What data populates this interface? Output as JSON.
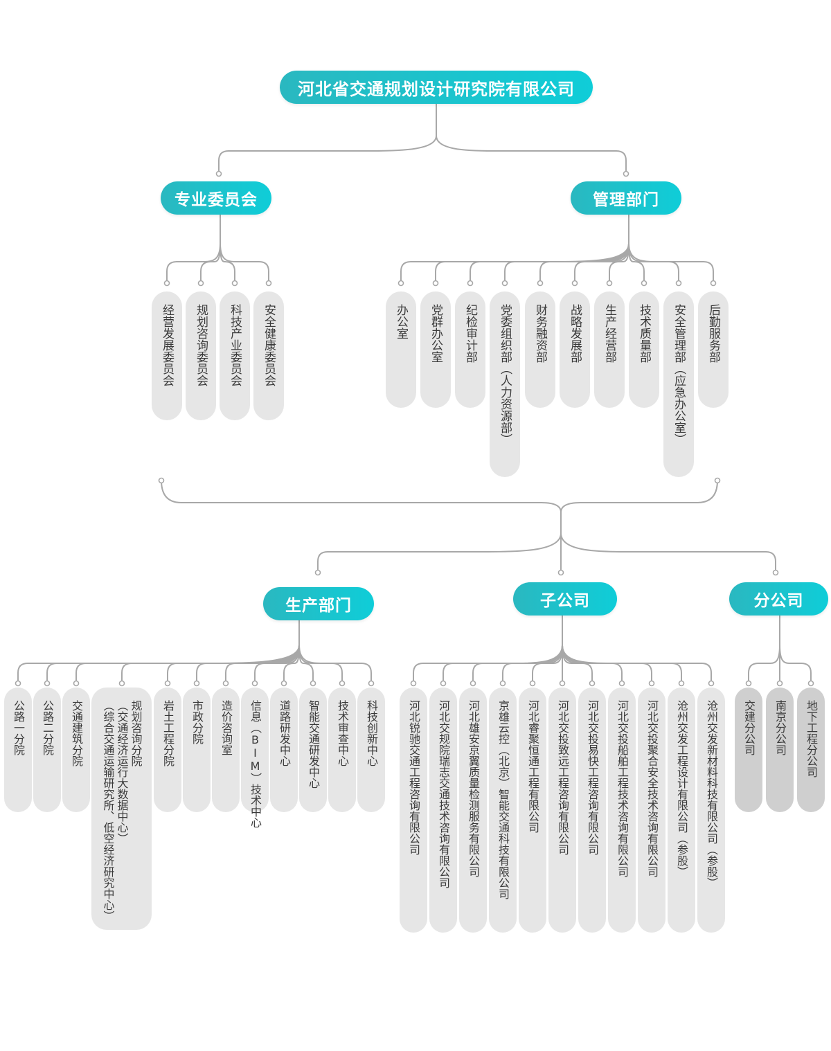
{
  "root": "河北省交通规划设计研究院有限公司",
  "committee": {
    "label": "专业委员会",
    "items": [
      "经营发展委员会",
      "规划咨询委员会",
      "科技产业委员会",
      "安全健康委员会"
    ]
  },
  "management": {
    "label": "管理部门",
    "items": [
      "办公室",
      "党群办公室",
      "纪检审计部",
      "党委组织部（人力资源部）",
      "财务融资部",
      "战略发展部",
      "生产经营部",
      "技术质量部",
      "安全管理部（应急办公室）",
      "后勤服务部"
    ]
  },
  "production": {
    "label": "生产部门",
    "items": [
      "公路一分院",
      "公路二分院",
      "交通建筑分院",
      "规划咨询分院\n（交通经济运行大数据中心）\n（综合交通运输研究所、低空经济研究中心）",
      "岩土工程分院",
      "市政分院",
      "造价咨询室",
      "信息（BIM）技术中心",
      "道路研发中心",
      "智能交通研发中心",
      "技术审查中心",
      "科技创新中心"
    ]
  },
  "subsidiaries": {
    "label": "子公司",
    "items": [
      "河北锐驰交通工程咨询有限公司",
      "河北交规院瑞志交通技术咨询有限公司",
      "河北雄安京翼质量检测服务有限公司",
      "京雄云控（北京）智能交通科技有限公司",
      "河北睿聚恒通工程有限公司",
      "河北交投致远工程咨询有限公司",
      "河北交投易快工程咨询有限公司",
      "河北交投船舶工程技术咨询有限公司",
      "河北交投聚合安全技术咨询有限公司",
      "沧州交发工程设计有限公司（参股）",
      "沧州交发新材料科技有限公司（参股）"
    ]
  },
  "branches": {
    "label": "分公司",
    "items": [
      "交建分公司",
      "南京分公司",
      "地下工程分公司"
    ]
  },
  "colors": {
    "accent": "#1ac3cc",
    "box": "#e6e6e6",
    "box_dark": "#cfcfcf",
    "line": "#a8a8a8"
  }
}
